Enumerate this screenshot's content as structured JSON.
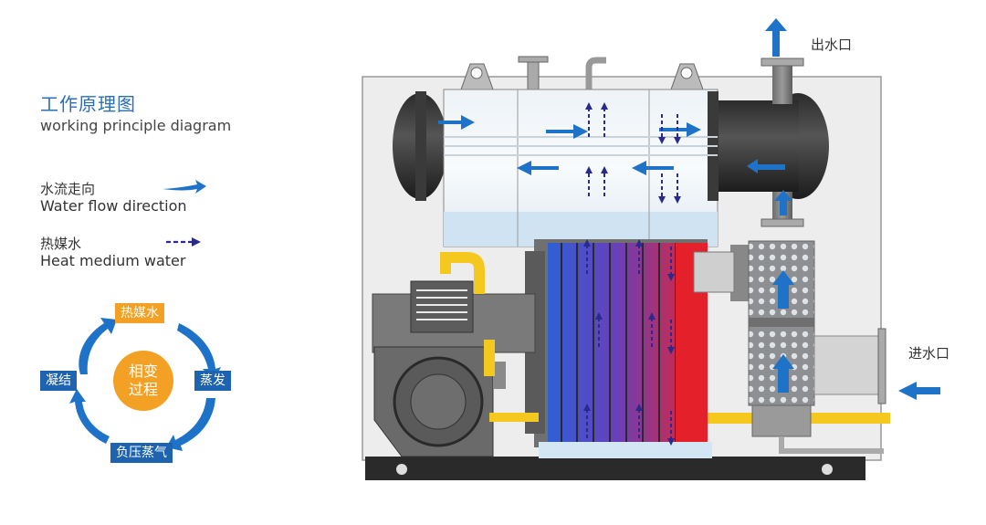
{
  "legend": {
    "title_cn": "工作原理图",
    "title_en": "working principle diagram",
    "water_flow_cn": "水流走向",
    "water_flow_en": "Water flow direction",
    "heat_medium_cn": "热媒水",
    "heat_medium_en": "Heat medium water"
  },
  "cycle": {
    "center_line1": "相变",
    "center_line2": "过程",
    "top": "热媒水",
    "right": "蒸发",
    "bottom": "负压蒸气",
    "left": "凝结"
  },
  "ports": {
    "outlet": "出水口",
    "inlet": "进水口"
  },
  "colors": {
    "flow_arrow": "#1e73c8",
    "heat_arrow": "#2a2a8c",
    "label_blue": "#1e63b0",
    "label_orange": "#f2a125",
    "pipe_yellow": "#f4c81e",
    "hot_red": "#e4202a"
  }
}
